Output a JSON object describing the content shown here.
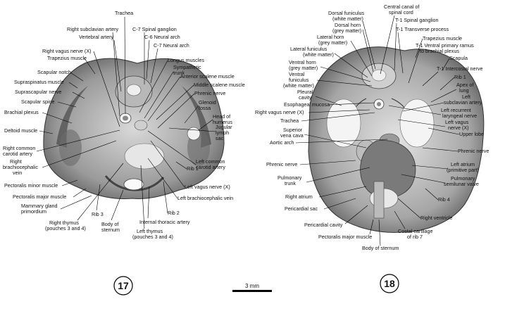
{
  "figure_17": {
    "number": "17",
    "labels": {
      "trachea": "Trachea",
      "right_subclavian_artery": "Right subclavian artery",
      "vertebral_artery": "Vertebral artery",
      "c7_spinal_ganglion": "C-7 Spinal ganglion",
      "c6_neural_arch": "C-6 Neural arch",
      "c7_neural_arch": "C-7 Neural arch",
      "right_vagus_nerve": "Right vagus nerve (X)",
      "trapezius_muscle": "Trapezius muscle",
      "longus_muscles": "Longus muscles",
      "sympathetic_trunk": "Sympathetic trunk",
      "scapular_notch": "Scapular notch",
      "anterior_scalene": "Anterior scalene muscle",
      "supraspinatus": "Supraspinatus muscle",
      "middle_scalene": "Middle scalene muscle",
      "suprascapular_nerve": "Suprascapular nerve",
      "phrenic_nerve": "Phrenic nerve",
      "scapular_spine": "Scapular spine",
      "glenoid_fossa": "Glenoid fossa",
      "brachial_plexus": "Brachial plexus",
      "head_of_humerus": "Head of humerus",
      "deltoid": "Deltoid muscle",
      "jugular_lymph_sac": "Jugular lymph sac",
      "right_common_carotid": "Right common carotid artery",
      "right_brachiocephalic_vein": "Right brachiocephalic vein",
      "left_common_carotid": "Left common carotid artery",
      "rib1": "Rib 1",
      "pectoralis_minor": "Pectoralis minor muscle",
      "left_vagus_nerve": "Left vagus nerve (X)",
      "pectoralis_major": "Pectoralis major muscle",
      "mammary_gland": "Mammary gland primordium",
      "left_brachiocephalic_vein": "Left brachiocephalic vein",
      "rib2": "Rib 2",
      "rib3": "Rib 3",
      "internal_thoracic": "Internal thoracic artery",
      "right_thymus": "Right thymus (pouches 3 and 4)",
      "body_of_sternum": "Body of sternum",
      "left_thymus": "Left thymus (pouches 3 and 4)"
    }
  },
  "figure_18": {
    "number": "18",
    "labels": {
      "dorsal_funiculus": "Dorsal funiculus (white matter)",
      "central_canal": "Central canal of spinal cord",
      "dorsal_horn": "Dorsal horn (grey matter)",
      "t1_spinal_ganglion": "T-1 Spinal ganglion",
      "lateral_horn": "Lateral horn (grey matter)",
      "t1_transverse_process": "T-1 Transverse process",
      "trapezius_muscle": "Trapezius muscle",
      "lateral_funiculus": "Lateral funiculus (white matter)",
      "t1_ventral_primary_ramus": "T-1 Ventral primary ramus to brachial plexus",
      "ventral_horn": "Ventral horn (grey matter)",
      "scapula": "Scapula",
      "ventral_funiculus": "Ventral funiculus (white matter)",
      "t1_intercostal_nerve": "T-1 Intercostal nerve",
      "pleural_cavity": "Pleural cavity",
      "rib1": "Rib 1",
      "apex_of_lung": "Apex of lung",
      "esophageal_mucosa": "Esophageal mucosa",
      "left_subclavian_artery": "Left subclavian artery",
      "right_vagus_nerve": "Right vagus nerve (X)",
      "left_recurrent_laryngeal": "Left recurrent laryngeal nerve",
      "trachea": "Trachea",
      "left_vagus_nerve": "Left vagus nerve (X)",
      "superior_vena_cava": "Superior vena cava",
      "upper_lobe": "Upper lobe",
      "aortic_arch": "Aortic arch",
      "phrenic_nerve_right": "Phrenic nerve",
      "phrenic_nerve_left": "Phrenic nerve",
      "left_atrium": "Left atrium (primitive part)",
      "pulmonary_trunk": "Pulmonary trunk",
      "pulmonary_valve": "Pulmonary semilunar valve",
      "right_atrium": "Right atrium",
      "rib4": "Rib 4",
      "pericardial_sac": "Pericardial sac",
      "right_ventricle": "Right ventricle",
      "pericardial_cavity": "Pericardial cavity",
      "costal_cartilage": "Costal cartilage of rib 7",
      "pectoralis_major": "Pectoralis major muscle",
      "body_of_sternum": "Body of sternum"
    }
  },
  "scale_bar": {
    "label": "3 mm"
  }
}
